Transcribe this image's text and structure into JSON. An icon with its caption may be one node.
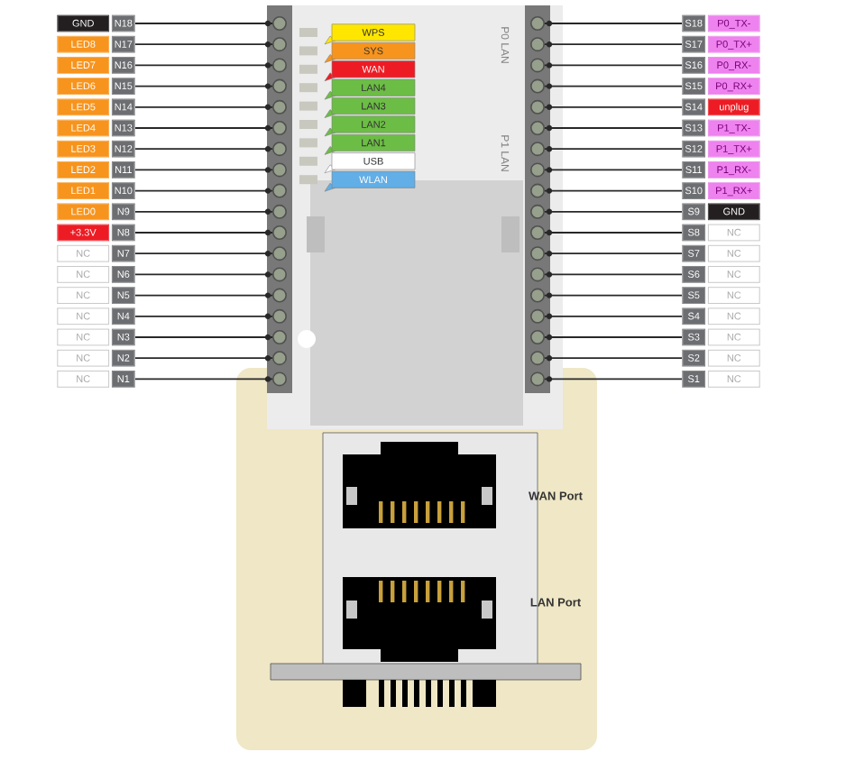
{
  "diagram": {
    "nodes": [
      {
        "text": [
          "GND",
          "N18"
        ]
      },
      {
        "text": [
          "LED8",
          "N17"
        ]
      },
      {
        "text": [
          "LED7",
          "N16"
        ]
      },
      {
        "text": [
          "LED6",
          "N15"
        ]
      },
      {
        "text": [
          "LED5",
          "N14"
        ]
      },
      {
        "text": [
          "LED4",
          "N13"
        ]
      },
      {
        "text": [
          "LED3",
          "N12"
        ]
      },
      {
        "text": [
          "LED2",
          "N11"
        ]
      },
      {
        "text": [
          "LED1",
          "N10"
        ]
      },
      {
        "text": [
          "LED0",
          "N9"
        ]
      },
      {
        "text": [
          "+3.3V",
          "N8"
        ]
      },
      {
        "text": [
          "NC",
          "N7"
        ]
      },
      {
        "text": [
          "NC",
          "N6"
        ]
      },
      {
        "text": [
          "NC",
          "N5"
        ]
      },
      {
        "text": [
          "NC",
          "N4"
        ]
      },
      {
        "text": [
          "NC",
          "N3"
        ]
      },
      {
        "text": [
          "NC",
          "N2"
        ]
      },
      {
        "text": [
          "NC",
          "N1"
        ]
      },
      {
        "text": [
          "S18",
          "P0_TX-"
        ]
      },
      {
        "text": [
          "S17",
          "P0_TX+"
        ]
      },
      {
        "text": [
          "S16",
          "P0_RX-"
        ]
      },
      {
        "text": [
          "S15",
          "P0_RX+"
        ]
      },
      {
        "text": [
          "S14",
          "unplug"
        ]
      },
      {
        "text": [
          "S13",
          "P1_TX-"
        ]
      },
      {
        "text": [
          "S12",
          "P1_TX+"
        ]
      },
      {
        "text": [
          "S11",
          "P1_RX-"
        ]
      },
      {
        "text": [
          "S10",
          "P1_RX+"
        ]
      },
      {
        "text": [
          "S9",
          "GND"
        ]
      },
      {
        "text": [
          "S8",
          "NC"
        ]
      },
      {
        "text": [
          "S7",
          "NC"
        ]
      },
      {
        "text": [
          "S6",
          "NC"
        ]
      },
      {
        "text": [
          "S5",
          "NC"
        ]
      },
      {
        "text": [
          "S4",
          "NC"
        ]
      },
      {
        "text": [
          "S3",
          "NC"
        ]
      },
      {
        "text": [
          "S2",
          "NC"
        ]
      },
      {
        "text": [
          "S1",
          "NC"
        ]
      },
      {
        "text": [
          "WPS"
        ]
      },
      {
        "text": [
          "SYS"
        ]
      },
      {
        "text": [
          "WAN"
        ]
      },
      {
        "text": [
          "LAN4"
        ]
      },
      {
        "text": [
          "LAN3"
        ]
      },
      {
        "text": [
          "LAN2"
        ]
      },
      {
        "text": [
          "LAN1"
        ]
      },
      {
        "text": [
          "USB"
        ]
      },
      {
        "text": [
          "WLAN"
        ]
      },
      {
        "text": [],
        "shape": "circle"
      },
      {
        "text": [],
        "shape": "circle"
      },
      {
        "text": [],
        "shape": "circle"
      },
      {
        "text": [],
        "shape": "circle"
      },
      {
        "text": [],
        "shape": "circle"
      },
      {
        "text": [],
        "shape": "circle"
      },
      {
        "text": [],
        "shape": "circle"
      },
      {
        "text": [],
        "shape": "circle"
      },
      {
        "text": [],
        "shape": "circle"
      },
      {
        "text": [],
        "shape": "circle"
      },
      {
        "text": [],
        "shape": "circle"
      },
      {
        "text": [],
        "shape": "circle"
      },
      {
        "text": [],
        "shape": "circle"
      },
      {
        "text": [],
        "shape": "circle"
      },
      {
        "text": [],
        "shape": "circle"
      },
      {
        "text": [],
        "shape": "circle"
      },
      {
        "text": [],
        "shape": "circle"
      },
      {
        "text": [],
        "shape": "circle"
      },
      {
        "text": [],
        "shape": "circle"
      },
      {
        "text": [],
        "shape": "circle"
      },
      {
        "text": [],
        "shape": "circle"
      },
      {
        "text": [],
        "shape": "circle"
      },
      {
        "text": [],
        "shape": "circle"
      },
      {
        "text": [],
        "shape": "circle"
      },
      {
        "text": [],
        "shape": "circle"
      },
      {
        "text": [],
        "shape": "circle"
      },
      {
        "text": [],
        "shape": "circle"
      },
      {
        "text": [],
        "shape": "circle"
      },
      {
        "text": [],
        "shape": "circle"
      },
      {
        "text": [],
        "shape": "circle"
      },
      {
        "text": [],
        "shape": "circle"
      },
      {
        "text": [],
        "shape": "circle"
      },
      {
        "text": [],
        "shape": "circle"
      },
      {
        "text": [],
        "shape": "circle"
      },
      {
        "text": [],
        "shape": "circle"
      },
      {
        "text": [],
        "shape": "circle"
      }
    ],
    "edges": [
      {
        "from": 0,
        "to": 45,
        "arrow": "none"
      },
      {
        "from": 1,
        "to": 46,
        "arrow": "none"
      },
      {
        "from": 2,
        "to": 47,
        "arrow": "none"
      },
      {
        "from": 3,
        "to": 48,
        "arrow": "none"
      },
      {
        "from": 4,
        "to": 49,
        "arrow": "none"
      },
      {
        "from": 5,
        "to": 50,
        "arrow": "none"
      },
      {
        "from": 6,
        "to": 51,
        "arrow": "none"
      },
      {
        "from": 7,
        "to": 52,
        "arrow": "none"
      },
      {
        "from": 8,
        "to": 53,
        "arrow": "none"
      },
      {
        "from": 9,
        "to": 54,
        "arrow": "none"
      },
      {
        "from": 10,
        "to": 55,
        "arrow": "none"
      },
      {
        "from": 11,
        "to": 56,
        "arrow": "none"
      },
      {
        "from": 12,
        "to": 57,
        "arrow": "none"
      },
      {
        "from": 13,
        "to": 58,
        "arrow": "none"
      },
      {
        "from": 14,
        "to": 59,
        "arrow": "none"
      },
      {
        "from": 15,
        "to": 60,
        "arrow": "none"
      },
      {
        "from": 16,
        "to": 61,
        "arrow": "none"
      },
      {
        "from": 17,
        "to": 62,
        "arrow": "none"
      },
      {
        "from": 18,
        "to": 63,
        "arrow": "none"
      },
      {
        "from": 19,
        "to": 64,
        "arrow": "none"
      },
      {
        "from": 20,
        "to": 65,
        "arrow": "none"
      },
      {
        "from": 21,
        "to": 66,
        "arrow": "none"
      },
      {
        "from": 22,
        "to": 67,
        "arrow": "none"
      },
      {
        "from": 23,
        "to": 68,
        "arrow": "none"
      },
      {
        "from": 24,
        "to": 69,
        "arrow": "none"
      },
      {
        "from": 25,
        "to": 70,
        "arrow": "none"
      },
      {
        "from": 26,
        "to": 71,
        "arrow": "none"
      },
      {
        "from": 27,
        "to": 72,
        "arrow": "none"
      },
      {
        "from": 28,
        "to": 73,
        "arrow": "none"
      },
      {
        "from": 29,
        "to": 74,
        "arrow": "none"
      },
      {
        "from": 30,
        "to": 75,
        "arrow": "none"
      },
      {
        "from": 31,
        "to": 76,
        "arrow": "none"
      },
      {
        "from": 32,
        "to": 77,
        "arrow": "none"
      },
      {
        "from": 33,
        "to": 78,
        "arrow": "none"
      },
      {
        "from": 34,
        "to": 79,
        "arrow": "none"
      },
      {
        "from": 35,
        "to": 80,
        "arrow": "none"
      }
    ],
    "labels": [
      "P0 LAN",
      "P1 LAN",
      "WAN Port",
      "LAN Port"
    ]
  }
}
